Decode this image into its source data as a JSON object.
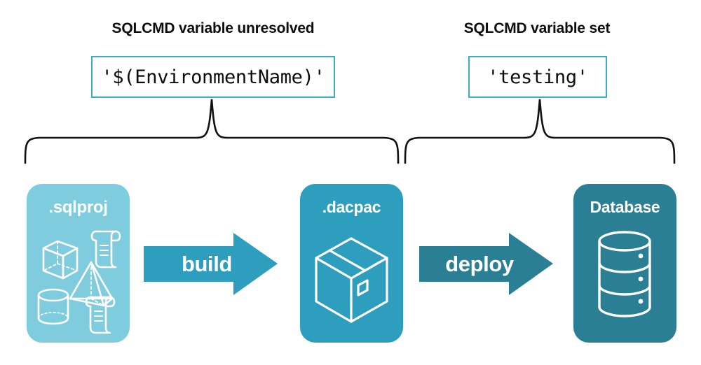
{
  "headings": {
    "left": "SQLCMD variable unresolved",
    "right": "SQLCMD variable set"
  },
  "value_boxes": {
    "left": "'$(EnvironmentName)'",
    "right": "'testing'"
  },
  "stages": [
    {
      "title": ".sqlproj",
      "art": "project-shapes-icon",
      "color": "#7fccde"
    },
    {
      "title": ".dacpac",
      "art": "package-box-icon",
      "color": "#2e9ebe"
    },
    {
      "title": "Database",
      "art": "database-cylinder-icon",
      "color": "#2a7f94"
    }
  ],
  "arrows": [
    {
      "label": "build",
      "color": "#2e9ebe"
    },
    {
      "label": "deploy",
      "color": "#2a7f94"
    }
  ],
  "braces": {
    "left_span_label": "sqlproj-to-dacpac-brace",
    "right_span_label": "dacpac-to-database-brace",
    "color": "#111111"
  },
  "colors": {
    "light_teal": "#7fccde",
    "mid_teal": "#2e9ebe",
    "dark_teal": "#2a7f94",
    "border_teal": "#3baccb",
    "text": "#0d0d0d",
    "background": "#ffffff"
  }
}
